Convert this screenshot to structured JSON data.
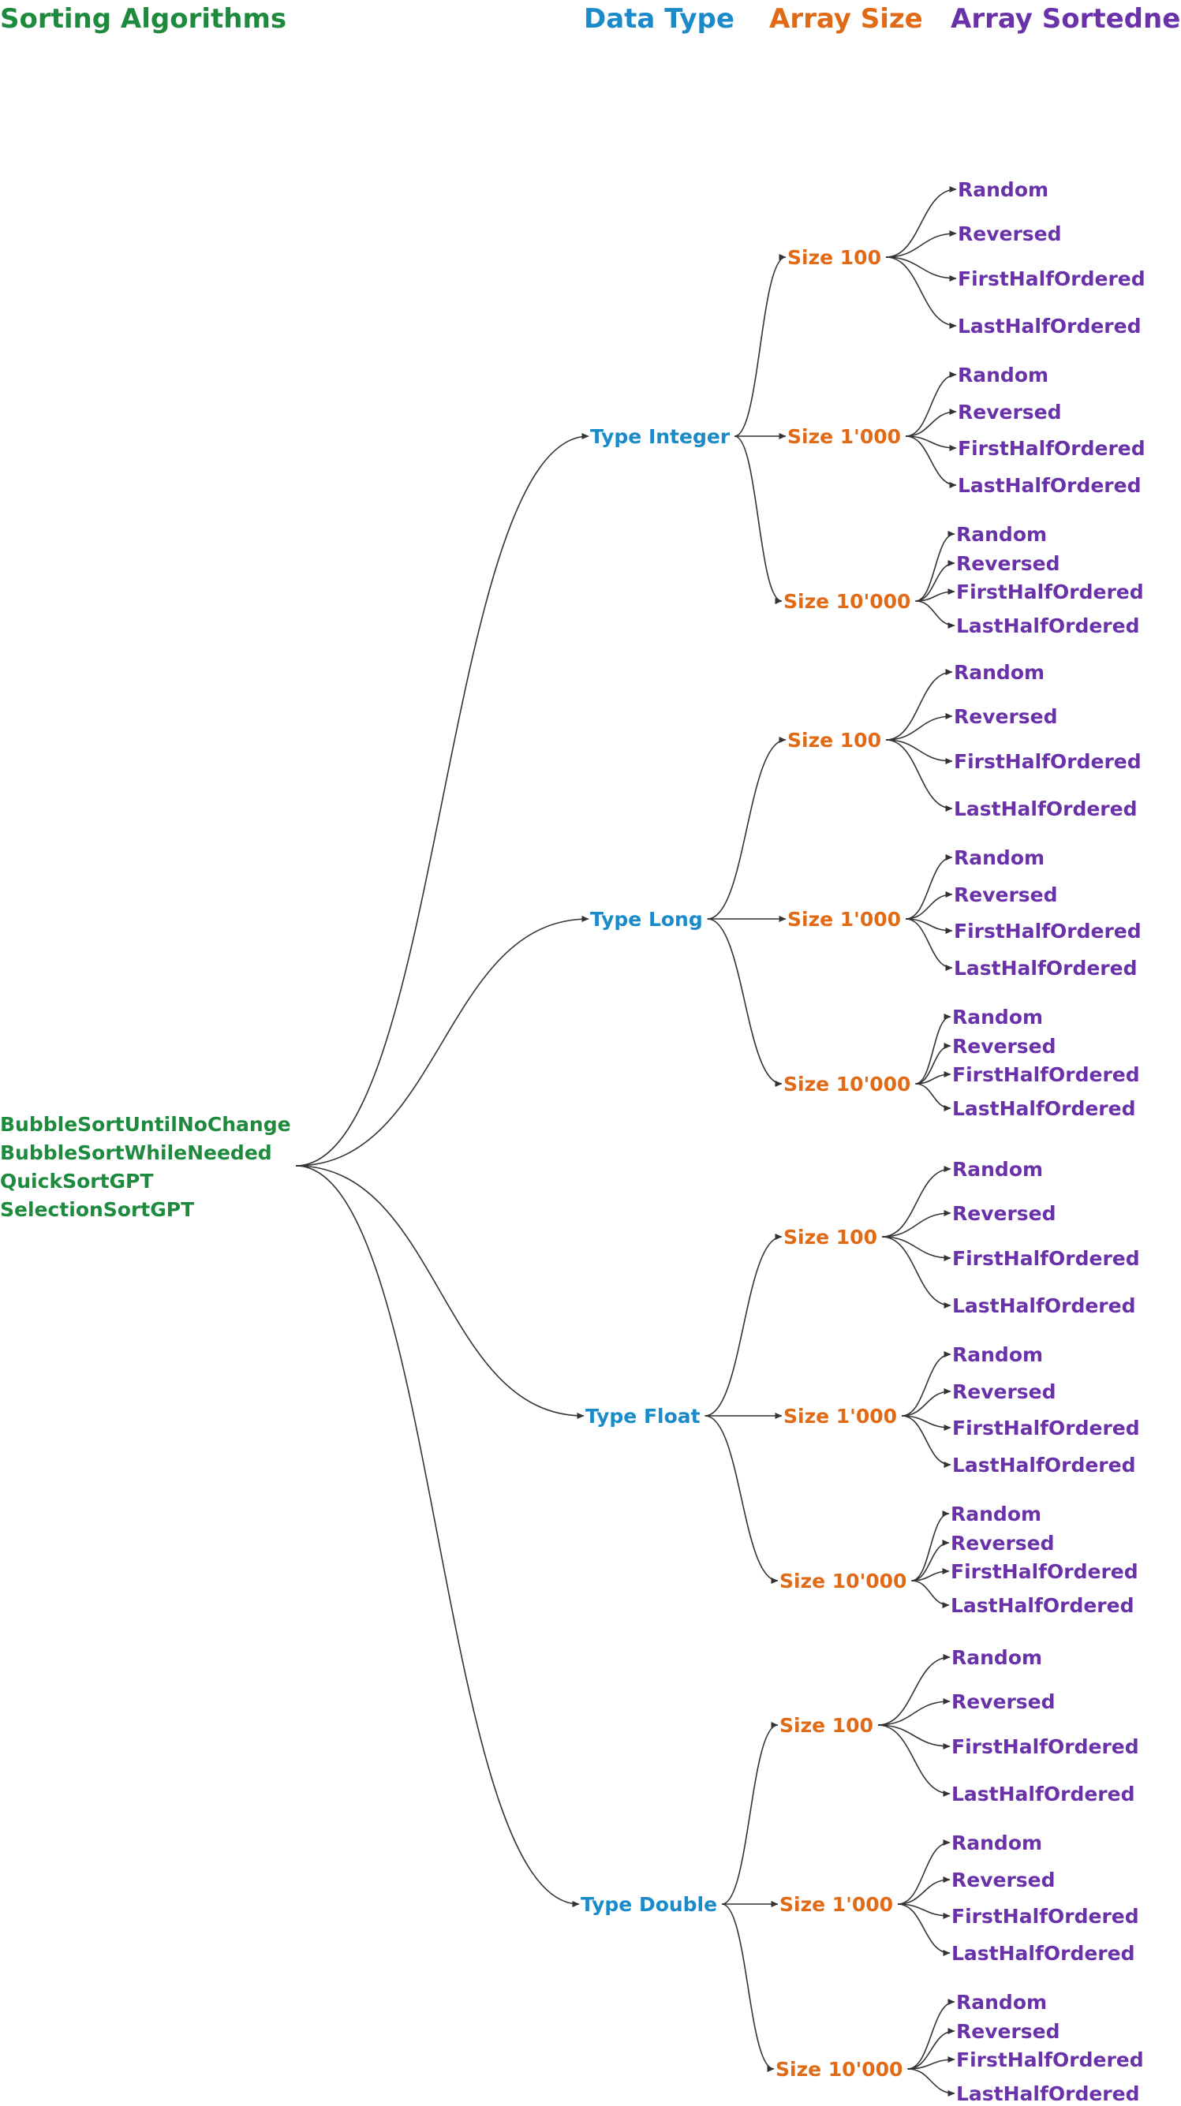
{
  "headers": {
    "algorithms": "Sorting Algorithms",
    "data_type": "Data Type",
    "array_size": "Array Size",
    "array_sortedness": "Array Sortedness"
  },
  "algorithms": [
    "BubbleSortUntilNoChange",
    "BubbleSortWhileNeeded",
    "QuickSortGPT",
    "SelectionSortGPT"
  ],
  "colors": {
    "algorithms": "#1e8a3e",
    "data_type": "#1a8ac8",
    "array_size": "#e06a15",
    "sortedness": "#6a32a8",
    "edges": "#333333"
  },
  "types": [
    {
      "label": "Type Integer",
      "sizes": [
        {
          "label": "Size 100",
          "orders": [
            "Random",
            "Reversed",
            "FirstHalfOrdered",
            "LastHalfOrdered"
          ]
        },
        {
          "label": "Size 1'000",
          "orders": [
            "Random",
            "Reversed",
            "FirstHalfOrdered",
            "LastHalfOrdered"
          ]
        },
        {
          "label": "Size 10'000",
          "orders": [
            "Random",
            "Reversed",
            "FirstHalfOrdered",
            "LastHalfOrdered"
          ]
        }
      ]
    },
    {
      "label": "Type Long",
      "sizes": [
        {
          "label": "Size 100",
          "orders": [
            "Random",
            "Reversed",
            "FirstHalfOrdered",
            "LastHalfOrdered"
          ]
        },
        {
          "label": "Size 1'000",
          "orders": [
            "Random",
            "Reversed",
            "FirstHalfOrdered",
            "LastHalfOrdered"
          ]
        },
        {
          "label": "Size 10'000",
          "orders": [
            "Random",
            "Reversed",
            "FirstHalfOrdered",
            "LastHalfOrdered"
          ]
        }
      ]
    },
    {
      "label": "Type Float",
      "sizes": [
        {
          "label": "Size 100",
          "orders": [
            "Random",
            "Reversed",
            "FirstHalfOrdered",
            "LastHalfOrdered"
          ]
        },
        {
          "label": "Size 1'000",
          "orders": [
            "Random",
            "Reversed",
            "FirstHalfOrdered",
            "LastHalfOrdered"
          ]
        },
        {
          "label": "Size 10'000",
          "orders": [
            "Random",
            "Reversed",
            "FirstHalfOrdered",
            "LastHalfOrdered"
          ]
        }
      ]
    },
    {
      "label": "Type Double",
      "sizes": [
        {
          "label": "Size 100",
          "orders": [
            "Random",
            "Reversed",
            "FirstHalfOrdered",
            "LastHalfOrdered"
          ]
        },
        {
          "label": "Size 1'000",
          "orders": [
            "Random",
            "Reversed",
            "FirstHalfOrdered",
            "LastHalfOrdered"
          ]
        },
        {
          "label": "Size 10'000",
          "orders": [
            "Random",
            "Reversed",
            "FirstHalfOrdered",
            "LastHalfOrdered"
          ]
        }
      ]
    }
  ]
}
